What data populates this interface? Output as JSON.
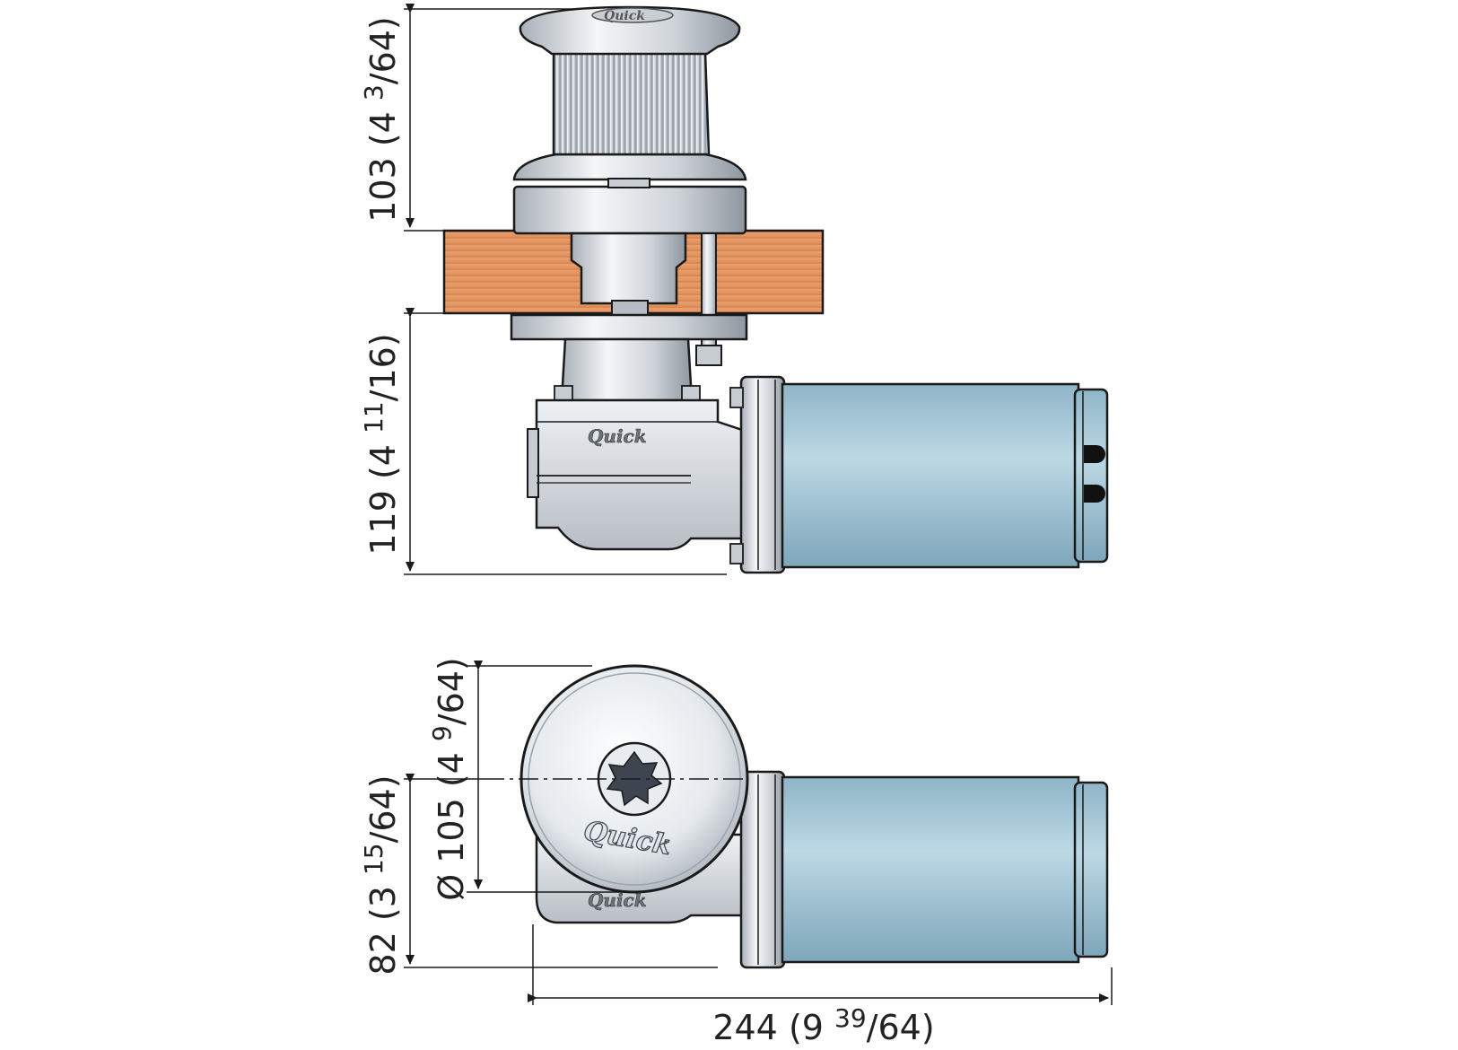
{
  "dimensions": {
    "capstan_height": {
      "main": "103 (4 ",
      "sup": "3",
      "rest": "/64)"
    },
    "gearbox_height": {
      "main": "119 (4 ",
      "sup": "11",
      "rest": "/16)"
    },
    "drum_diameter": {
      "main": "Ø 105 (4 ",
      "sup": "9",
      "rest": "/64)"
    },
    "axis_offset": {
      "main": "82 (3 ",
      "sup": "15",
      "rest": "/64)"
    },
    "overall_length": {
      "main": "244 (9 ",
      "sup": "39",
      "rest": "/64)"
    }
  },
  "brand": {
    "logo_text": "Quick"
  },
  "colors": {
    "deck_wood": "#e5935b",
    "motor_blue": "#9ec3d3",
    "metal_silver": "#d9dde2",
    "line": "#1a1a1a"
  }
}
